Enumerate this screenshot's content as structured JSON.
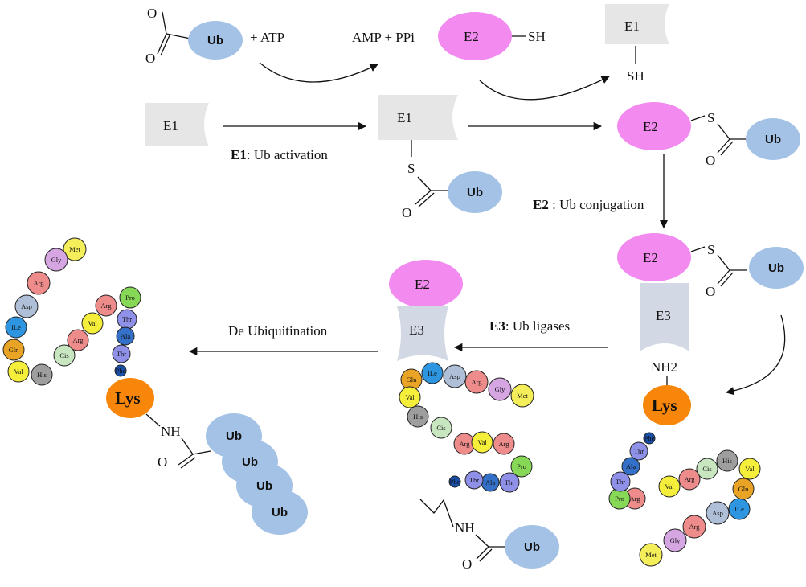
{
  "colors": {
    "ub": "#a4c2e6",
    "e2": "#f28af0",
    "e1": "#e6e6e6",
    "e3": "#d3d9e4",
    "lys": "#f7860a"
  },
  "labels": {
    "ub": "Ub",
    "lys": "Lys",
    "e1": "E1",
    "e2": "E2",
    "e3": "E3",
    "atp": "+ ATP",
    "amp": "AMP + PPi",
    "sh": "SH",
    "s": "S",
    "o": "O",
    "nh": "NH",
    "nh2": "NH2",
    "e1_step_bold": "E1",
    "e1_step": ": Ub activation",
    "e2_step_bold": "E2",
    "e2_step": " : Ub conjugation",
    "e3_step_bold": "E3",
    "e3_step": ": Ub ligases",
    "deub": "De Ubiquitination"
  },
  "amino_colors": {
    "Met": "#f5ee5b",
    "Gly": "#d6a6e3",
    "Arg": "#ee8c8c",
    "Asp": "#b0bfd8",
    "ILe": "#2e95e0",
    "Gln": "#e9a426",
    "Val": "#f5ee3b",
    "His": "#9e9e9e",
    "Cis": "#c8e6c0",
    "Pro": "#88d858",
    "Thr": "#8f91e8",
    "Ala": "#3470c8",
    "Phe": "#1a4fa8"
  },
  "chains": {
    "left": [
      "Met",
      "Gly",
      "Arg",
      "Asp",
      "ILe",
      "Gln",
      "Val",
      "His",
      "Cis",
      "Arg",
      "Val",
      "Arg",
      "Pro",
      "Thr",
      "Ala",
      "Thr",
      "Phe"
    ],
    "middle": [
      "Met",
      "Gly",
      "Arg",
      "Asp",
      "ILe",
      "Gln",
      "Val",
      "His",
      "Cis",
      "Arg",
      "Val",
      "Arg",
      "Pro",
      "Thr",
      "Ala",
      "Thr",
      "Phe"
    ],
    "right": [
      "Met",
      "Gly",
      "Arg",
      "Asp",
      "ILe",
      "Gln",
      "Val",
      "His",
      "Cis",
      "Arg",
      "Val",
      "Arg",
      "Pro",
      "Thr",
      "Ala",
      "Thr",
      "Phe"
    ]
  }
}
